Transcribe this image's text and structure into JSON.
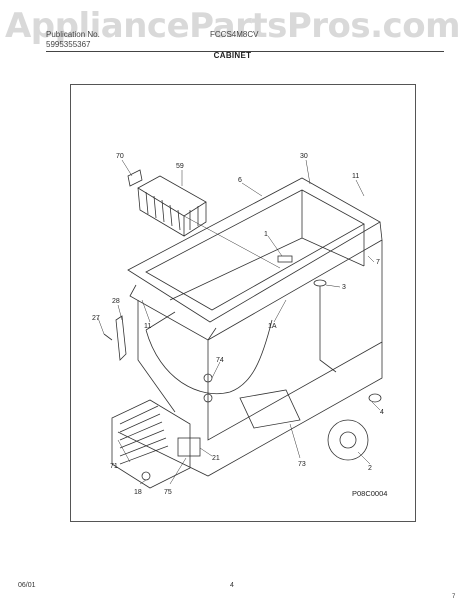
{
  "watermark": "AppliancePartsPros.com",
  "header": {
    "publication_label": "Publication No.",
    "publication_number": "5995355367",
    "model": "FCCS4M8CV",
    "section_title": "CABINET"
  },
  "diagram": {
    "code": "P08C0004",
    "callouts": [
      "70",
      "59",
      "30",
      "6",
      "11",
      "1",
      "7",
      "3",
      "28",
      "27",
      "11",
      "1A",
      "74",
      "4",
      "73",
      "2",
      "71",
      "21",
      "18",
      "75"
    ]
  },
  "footer": {
    "date": "06/01",
    "page": "4",
    "corner": "7"
  }
}
